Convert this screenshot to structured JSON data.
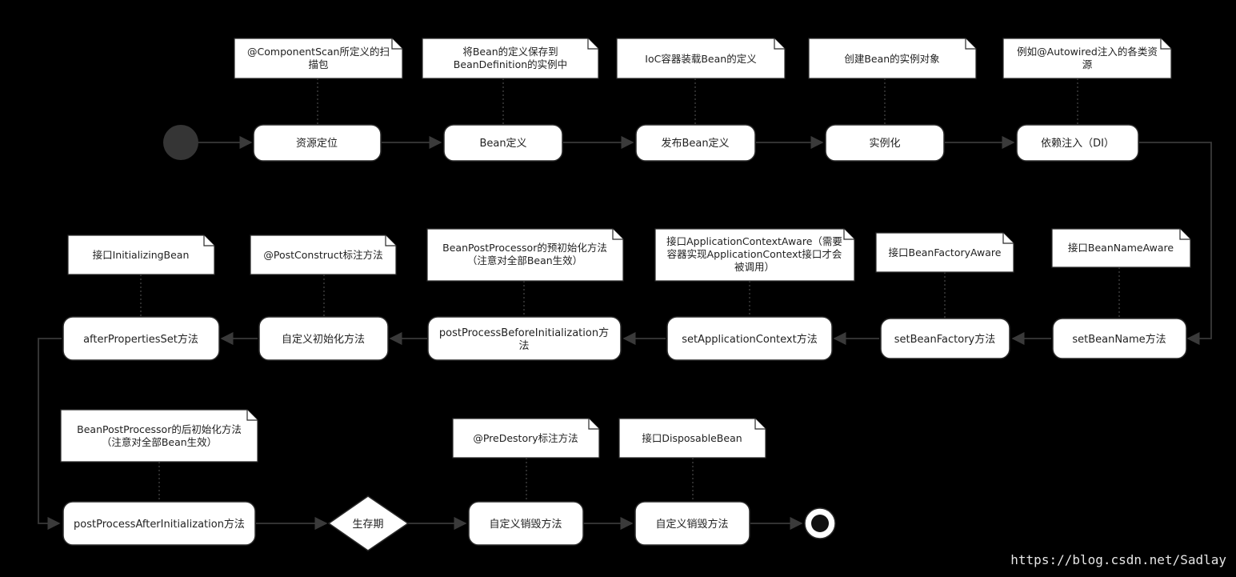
{
  "nodes": {
    "n1": "资源定位",
    "n2": "Bean定义",
    "n3": "发布Bean定义",
    "n4": "实例化",
    "n5": "依赖注入（DI）",
    "n6": "setBeanName方法",
    "n7": "setBeanFactory方法",
    "n8": "setApplicationContext方法",
    "n9": [
      "postProcessBeforeInitialization方",
      "法"
    ],
    "n10": "自定义初始化方法",
    "n11": "afterPropertiesSet方法",
    "n12": "postProcessAfterInitialization方法",
    "decision": "生存期",
    "n13": "自定义销毁方法",
    "n14": "自定义销毁方法"
  },
  "notes": {
    "t1": [
      "@ComponentScan所定义的扫",
      "描包"
    ],
    "t2": [
      "将Bean的定义保存到",
      "BeanDefinition的实例中"
    ],
    "t3": [
      "IoC容器装载Bean的定义"
    ],
    "t4": [
      "创建Bean的实例对象"
    ],
    "t5": [
      "例如@Autowired注入的各类资",
      "源"
    ],
    "t6": [
      "接口BeanNameAware"
    ],
    "t7": [
      "接口BeanFactoryAware"
    ],
    "t8": [
      "接口ApplicationContextAware（需要",
      "容器实现ApplicationContext接口才会",
      "被调用）"
    ],
    "t9": [
      "BeanPostProcessor的预初始化方法",
      "（注意对全部Bean生效）"
    ],
    "t10": [
      "@PostConstruct标注方法"
    ],
    "t11": [
      "接口InitializingBean"
    ],
    "t12": [
      "BeanPostProcessor的后初始化方法",
      "（注意对全部Bean生效）"
    ],
    "t13": [
      "@PreDestory标注方法"
    ],
    "t14": [
      "接口DisposableBean"
    ]
  },
  "watermark": "https://blog.csdn.net/Sadlay",
  "colors": {
    "background": "#000000",
    "node_fill": "#ffffff",
    "connector": "#3a3a3a",
    "text": "#222222"
  }
}
